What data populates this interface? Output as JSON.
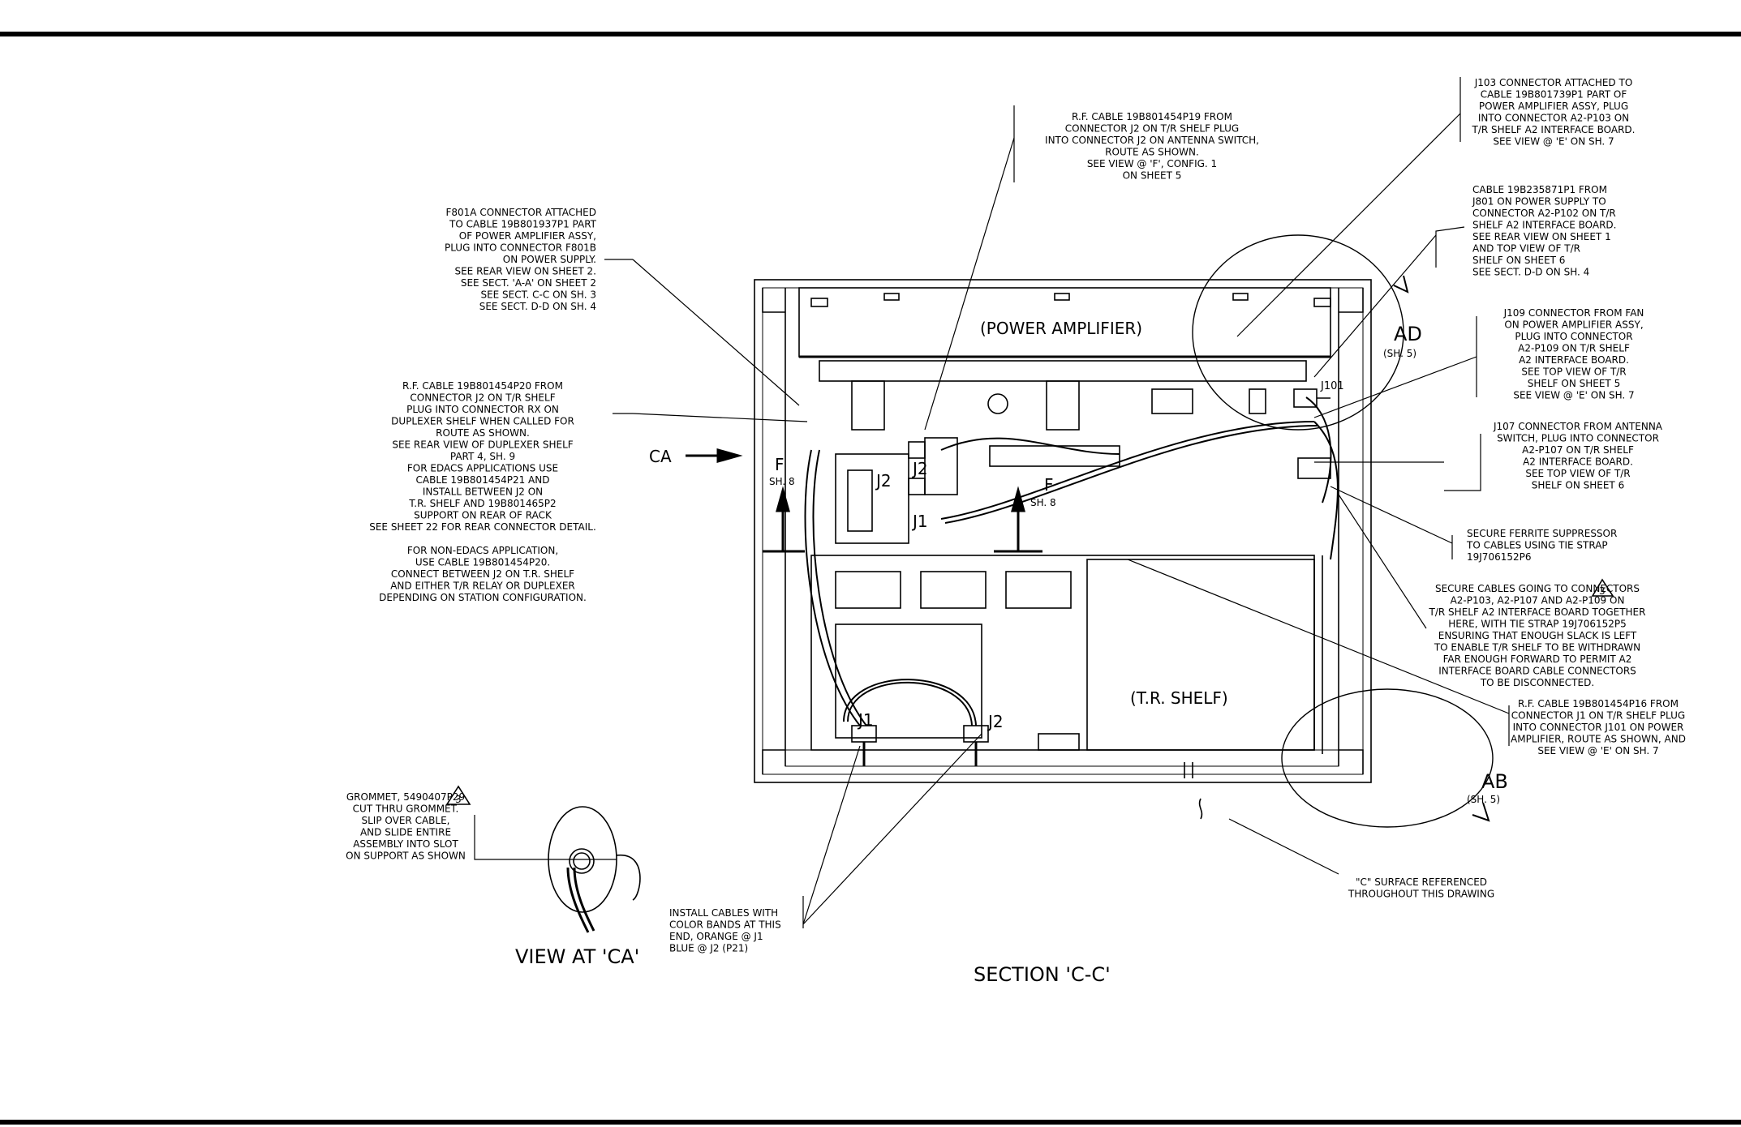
{
  "section_label": "SECTION 'C-C'",
  "view_ca_label": "VIEW AT 'CA'",
  "ca_arrow_label": "CA",
  "component_labels": {
    "power_amplifier": "(POWER AMPLIFIER)",
    "tr_shelf": "(T.R. SHELF)",
    "j101": "J101",
    "j2_upper": "J2",
    "j1_upper": "J1",
    "j2_switch": "J2",
    "j1_lower": "J1",
    "j2_lower": "J2"
  },
  "view_markers": {
    "f_left": "F",
    "f_left_sheet": "SH. 8",
    "f_mid": "F",
    "f_mid_sheet": "SH. 8",
    "ad": "AD",
    "ad_sheet": "(SH. 5)",
    "ab": "AB",
    "ab_sheet": "(SH. 5)"
  },
  "notes": {
    "rf_cable_p19": [
      "R.F. CABLE 19B801454P19 FROM",
      "CONNECTOR J2 ON T/R SHELF PLUG",
      "INTO CONNECTOR J2 ON ANTENNA SWITCH,",
      "ROUTE AS SHOWN.",
      "SEE VIEW @ 'F', CONFIG. 1",
      "ON SHEET 5"
    ],
    "j103": [
      "J103 CONNECTOR ATTACHED TO",
      "CABLE 19B801739P1 PART OF",
      "POWER AMPLIFIER ASSY, PLUG",
      "INTO CONNECTOR A2-P103 ON",
      "T/R SHELF A2 INTERFACE BOARD.",
      "SEE VIEW @ 'E' ON SH. 7"
    ],
    "cable_19b235871": [
      "CABLE 19B235871P1 FROM",
      "J801 ON POWER SUPPLY TO",
      "CONNECTOR A2-P102 ON T/R",
      "SHELF A2 INTERFACE BOARD.",
      "SEE REAR VIEW ON SHEET 1",
      "AND TOP VIEW OF T/R",
      "SHELF ON SHEET 6",
      "SEE SECT. D-D ON SH. 4"
    ],
    "f801a": [
      "F801A CONNECTOR ATTACHED",
      "TO CABLE 19B801937P1 PART",
      "OF POWER AMPLIFIER ASSY,",
      "PLUG INTO CONNECTOR F801B",
      "ON POWER SUPPLY.",
      "SEE REAR VIEW ON SHEET 2.",
      "SEE SECT. 'A-A' ON SHEET 2",
      "SEE SECT. C-C ON SH. 3",
      "SEE SECT. D-D ON SH. 4"
    ],
    "j109": [
      "J109 CONNECTOR FROM FAN",
      "ON POWER AMPLIFIER ASSY,",
      "PLUG INTO CONNECTOR",
      "A2-P109 ON T/R SHELF",
      "A2 INTERFACE BOARD.",
      "SEE TOP VIEW OF T/R",
      "SHELF ON SHEET 5",
      "SEE VIEW @ 'E' ON SH. 7"
    ],
    "rf_cable_p20": [
      "R.F. CABLE 19B801454P20 FROM",
      "CONNECTOR J2 ON T/R SHELF",
      "PLUG INTO CONNECTOR RX ON",
      "DUPLEXER SHELF WHEN CALLED FOR",
      "ROUTE AS SHOWN.",
      "SEE REAR VIEW OF DUPLEXER SHELF",
      "PART 4, SH. 9",
      "FOR EDACS APPLICATIONS USE",
      "CABLE 19B801454P21 AND",
      "INSTALL BETWEEN J2 ON",
      "T.R. SHELF AND 19B801465P2",
      "SUPPORT ON REAR OF RACK",
      "SEE SHEET 22 FOR REAR CONNECTOR DETAIL.",
      "",
      "FOR NON-EDACS APPLICATION,",
      "USE CABLE 19B801454P20.",
      "CONNECT BETWEEN J2 ON T.R. SHELF",
      "AND EITHER T/R RELAY OR DUPLEXER",
      "DEPENDING ON STATION CONFIGURATION."
    ],
    "j107": [
      "J107 CONNECTOR FROM ANTENNA",
      "SWITCH, PLUG INTO CONNECTOR",
      "A2-P107 ON T/R SHELF",
      "A2 INTERFACE BOARD.",
      "SEE TOP VIEW OF T/R",
      "SHELF ON SHEET 6"
    ],
    "ferrite": [
      "SECURE FERRITE SUPPRESSOR",
      "TO CABLES USING TIE STRAP",
      "19J706152P6"
    ],
    "secure_cables": [
      "SECURE CABLES GOING TO CONNECTORS",
      "A2-P103, A2-P107 AND A2-P109 ON",
      "T/R SHELF A2 INTERFACE BOARD TOGETHER",
      "HERE, WITH TIE STRAP 19J706152P5",
      "ENSURING THAT ENOUGH SLACK IS LEFT",
      "TO ENABLE T/R SHELF TO BE WITHDRAWN",
      "FAR ENOUGH FORWARD TO PERMIT A2",
      "INTERFACE BOARD CABLE CONNECTORS",
      "TO BE DISCONNECTED."
    ],
    "secure_cables_rev": "3",
    "rf_cable_p16": [
      "R.F. CABLE 19B801454P16 FROM",
      "CONNECTOR J1 ON T/R SHELF PLUG",
      "INTO CONNECTOR J101 ON POWER",
      "AMPLIFIER, ROUTE AS SHOWN, AND",
      "SEE VIEW @ 'E' ON SH. 7"
    ],
    "grommet_rev": "3",
    "grommet": [
      "GROMMET, 5490407P29",
      "CUT THRU GROMMET.",
      "SLIP OVER CABLE,",
      "AND SLIDE ENTIRE",
      "ASSEMBLY INTO SLOT",
      "ON SUPPORT AS SHOWN"
    ],
    "install_cables": [
      "INSTALL CABLES WITH",
      "COLOR BANDS AT THIS",
      "END, ORANGE @ J1",
      "BLUE @ J2 (P21)"
    ],
    "c_surface": [
      "\"C\" SURFACE REFERENCED",
      "THROUGHOUT THIS DRAWING"
    ]
  }
}
